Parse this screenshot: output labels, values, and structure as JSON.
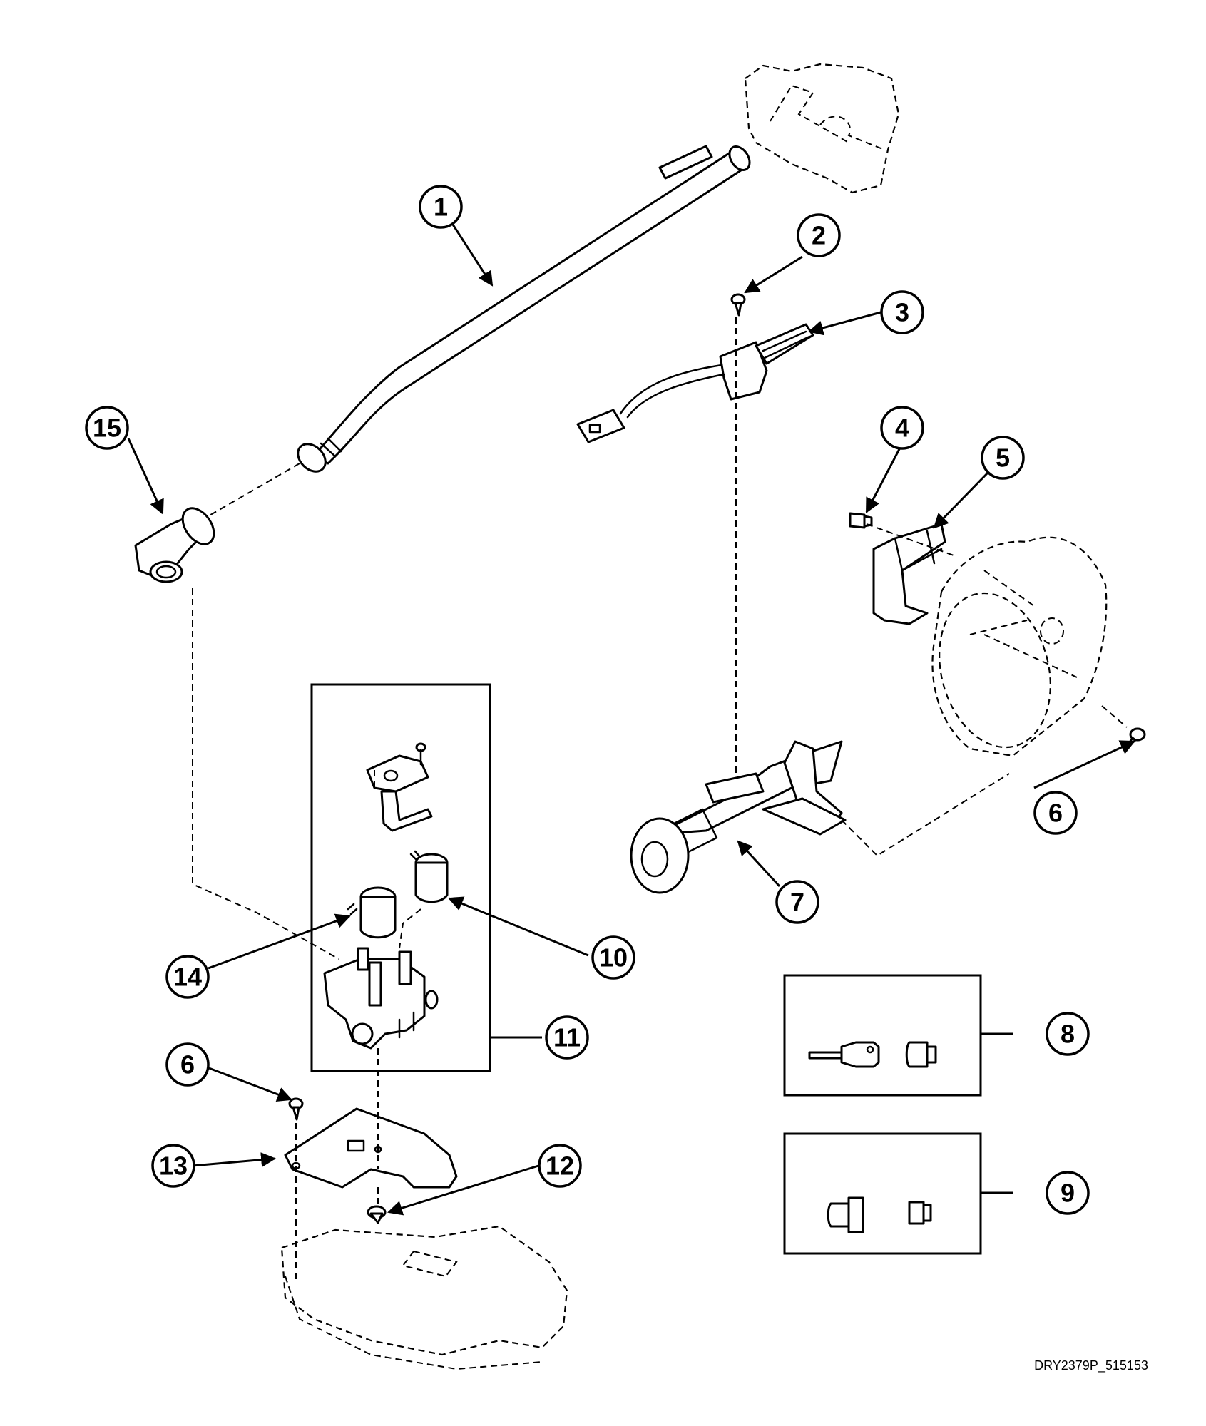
{
  "diagram": {
    "reference_code": "DRY2379P_515153",
    "callouts": [
      "1",
      "2",
      "3",
      "4",
      "5",
      "6",
      "7",
      "8",
      "9",
      "10",
      "11",
      "12",
      "13",
      "14",
      "15",
      "6"
    ]
  },
  "colors": {
    "line": "#000000",
    "background": "#ffffff"
  }
}
